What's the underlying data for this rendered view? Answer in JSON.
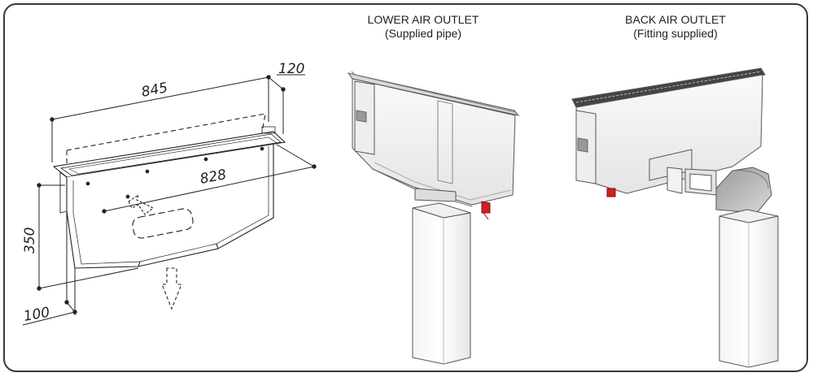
{
  "dimensions": {
    "width": "845",
    "depth": "120",
    "inner_width": "828",
    "height": "350",
    "bottom_depth": "100"
  },
  "lower_outlet": {
    "title": "LOWER AIR OUTLET",
    "subtitle": "(Supplied pipe)"
  },
  "back_outlet": {
    "title": "BACK AIR OUTLET",
    "subtitle": "(Fitting supplied)"
  },
  "colors": {
    "frame": "#3a3a3a",
    "line": "#222222",
    "accent_red": "#cc2222"
  }
}
